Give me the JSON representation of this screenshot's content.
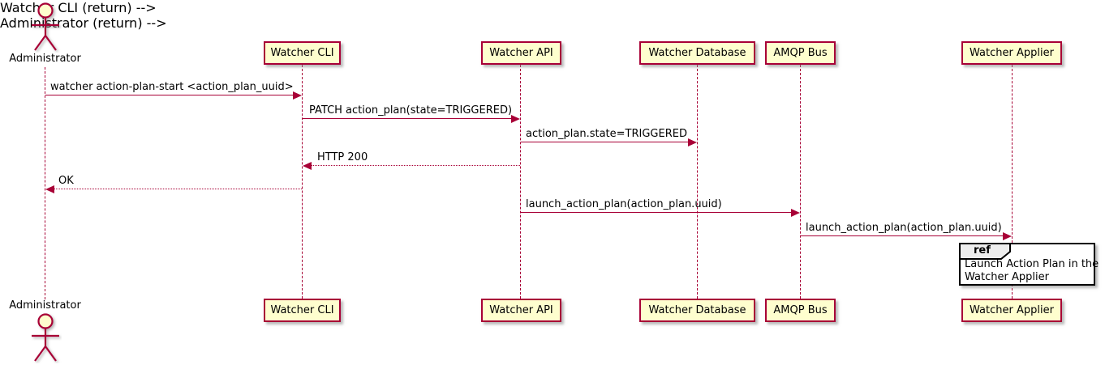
{
  "diagram_type": "uml-sequence",
  "colors": {
    "participant_fill": "#FEFECE",
    "participant_border": "#A80036",
    "arrow_line": "#A80036",
    "ref_border": "#000000",
    "ref_tab_fill": "#EEEEEE",
    "text": "#000000"
  },
  "actors": {
    "top": {
      "label": "Administrator"
    },
    "bottom": {
      "label": "Administrator"
    }
  },
  "participants": [
    {
      "label": "Watcher CLI"
    },
    {
      "label": "Watcher API"
    },
    {
      "label": "Watcher Database"
    },
    {
      "label": "AMQP Bus"
    },
    {
      "label": "Watcher Applier"
    }
  ],
  "messages": [
    {
      "label": "watcher action-plan-start <action_plan_uuid>",
      "from": "Administrator",
      "to": "Watcher CLI",
      "line": "solid"
    },
    {
      "label": "PATCH action_plan(state=TRIGGERED)",
      "from": "Watcher CLI",
      "to": "Watcher API",
      "line": "solid"
    },
    {
      "label": "action_plan.state=TRIGGERED",
      "from": "Watcher API",
      "to": "Watcher Database",
      "line": "solid"
    },
    {
      "label": "HTTP 200",
      "from": "Watcher API",
      "to": "Watcher CLI",
      "line": "dashed-return"
    },
    {
      "label": "OK",
      "from": "Watcher CLI",
      "to": "Administrator",
      "line": "dashed-return"
    },
    {
      "label": "launch_action_plan(action_plan.uuid)",
      "from": "Watcher API",
      "to": "AMQP Bus",
      "line": "solid"
    },
    {
      "label": "launch_action_plan(action_plan.uuid)",
      "from": "AMQP Bus",
      "to": "Watcher Applier",
      "line": "solid"
    }
  ],
  "ref": {
    "tag": "ref",
    "text_line1": "Launch Action Plan in the",
    "text_line2": "Watcher Applier",
    "over": "Watcher Applier"
  }
}
